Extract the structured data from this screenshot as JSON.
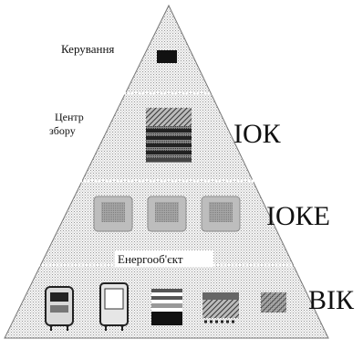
{
  "levels": {
    "control": {
      "label": "Керування"
    },
    "center": {
      "label_line1": "Центр",
      "label_line2": "збору",
      "tag": "ІОК"
    },
    "ioke": {
      "tag": "ІОКЕ"
    },
    "energy": {
      "label": "Енергооб'єкт",
      "tag": "ВІК"
    }
  }
}
